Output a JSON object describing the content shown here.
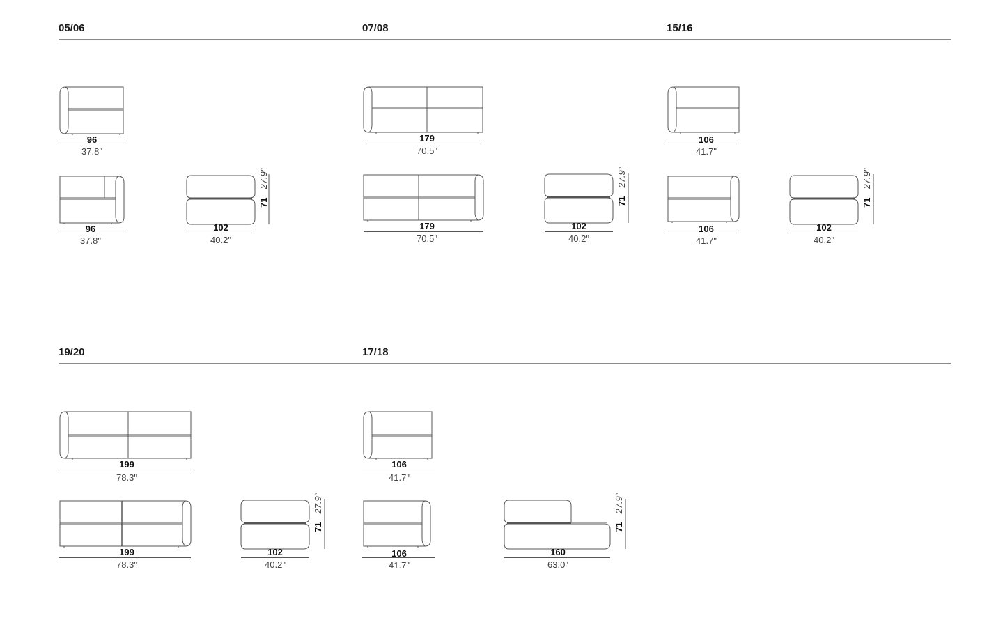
{
  "sections": [
    {
      "label": "05/06",
      "modules": [
        {
          "view": "front-arm-left",
          "cm": "96",
          "in": "37.8\""
        },
        {
          "view": "front-arm-right",
          "cm": "96",
          "in": "37.8\""
        },
        {
          "view": "side",
          "cm": "102",
          "in": "40.2\"",
          "h_cm": "71",
          "h_in": "27.9\""
        }
      ]
    },
    {
      "label": "07/08",
      "modules": [
        {
          "view": "front-2seat-arm-left",
          "cm": "179",
          "in": "70.5\""
        },
        {
          "view": "front-2seat-arm-right",
          "cm": "179",
          "in": "70.5\""
        },
        {
          "view": "side",
          "cm": "102",
          "in": "40.2\"",
          "h_cm": "71",
          "h_in": "27.9\""
        }
      ]
    },
    {
      "label": "15/16",
      "modules": [
        {
          "view": "front-arm-left",
          "cm": "106",
          "in": "41.7\""
        },
        {
          "view": "front-arm-right",
          "cm": "106",
          "in": "41.7\""
        },
        {
          "view": "side",
          "cm": "102",
          "in": "40.2\"",
          "h_cm": "71",
          "h_in": "27.9\""
        }
      ]
    },
    {
      "label": "19/20",
      "modules": [
        {
          "view": "front-2seat-arm-left",
          "cm": "199",
          "in": "78.3\""
        },
        {
          "view": "front-2seat-arm-right",
          "cm": "199",
          "in": "78.3\""
        },
        {
          "view": "side",
          "cm": "102",
          "in": "40.2\"",
          "h_cm": "71",
          "h_in": "27.9\""
        }
      ]
    },
    {
      "label": "17/18",
      "modules": [
        {
          "view": "front-arm-left",
          "cm": "106",
          "in": "41.7\""
        },
        {
          "view": "front-arm-right",
          "cm": "106",
          "in": "41.7\""
        },
        {
          "view": "side-chaise",
          "cm": "160",
          "in": "63.0\"",
          "h_cm": "71",
          "h_in": "27.9\""
        }
      ]
    }
  ]
}
